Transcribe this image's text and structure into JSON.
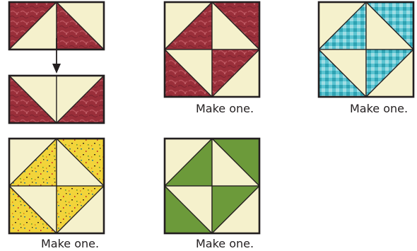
{
  "diagram": {
    "colors": {
      "cream": "#f5f1cc",
      "outline": "#231f20",
      "red": "#9a2f3a",
      "red_light": "#b8505a",
      "blue": "#45bccb",
      "blue_light": "#9fdde4",
      "yellow": "#f2d43a",
      "yellow_dot": "#3a2a1a",
      "green": "#6c9a3a",
      "arrow": "#231f20"
    },
    "step_illustration": {
      "description_icon": "down-arrow-icon"
    },
    "blocks": [
      {
        "name": "red-block",
        "fabric": "red",
        "caption": "Make one."
      },
      {
        "name": "blue-block",
        "fabric": "blue",
        "caption": "Make one."
      },
      {
        "name": "yellow-block",
        "fabric": "yellow",
        "caption": "Make one."
      },
      {
        "name": "green-block",
        "fabric": "green",
        "caption": "Make one."
      }
    ]
  }
}
